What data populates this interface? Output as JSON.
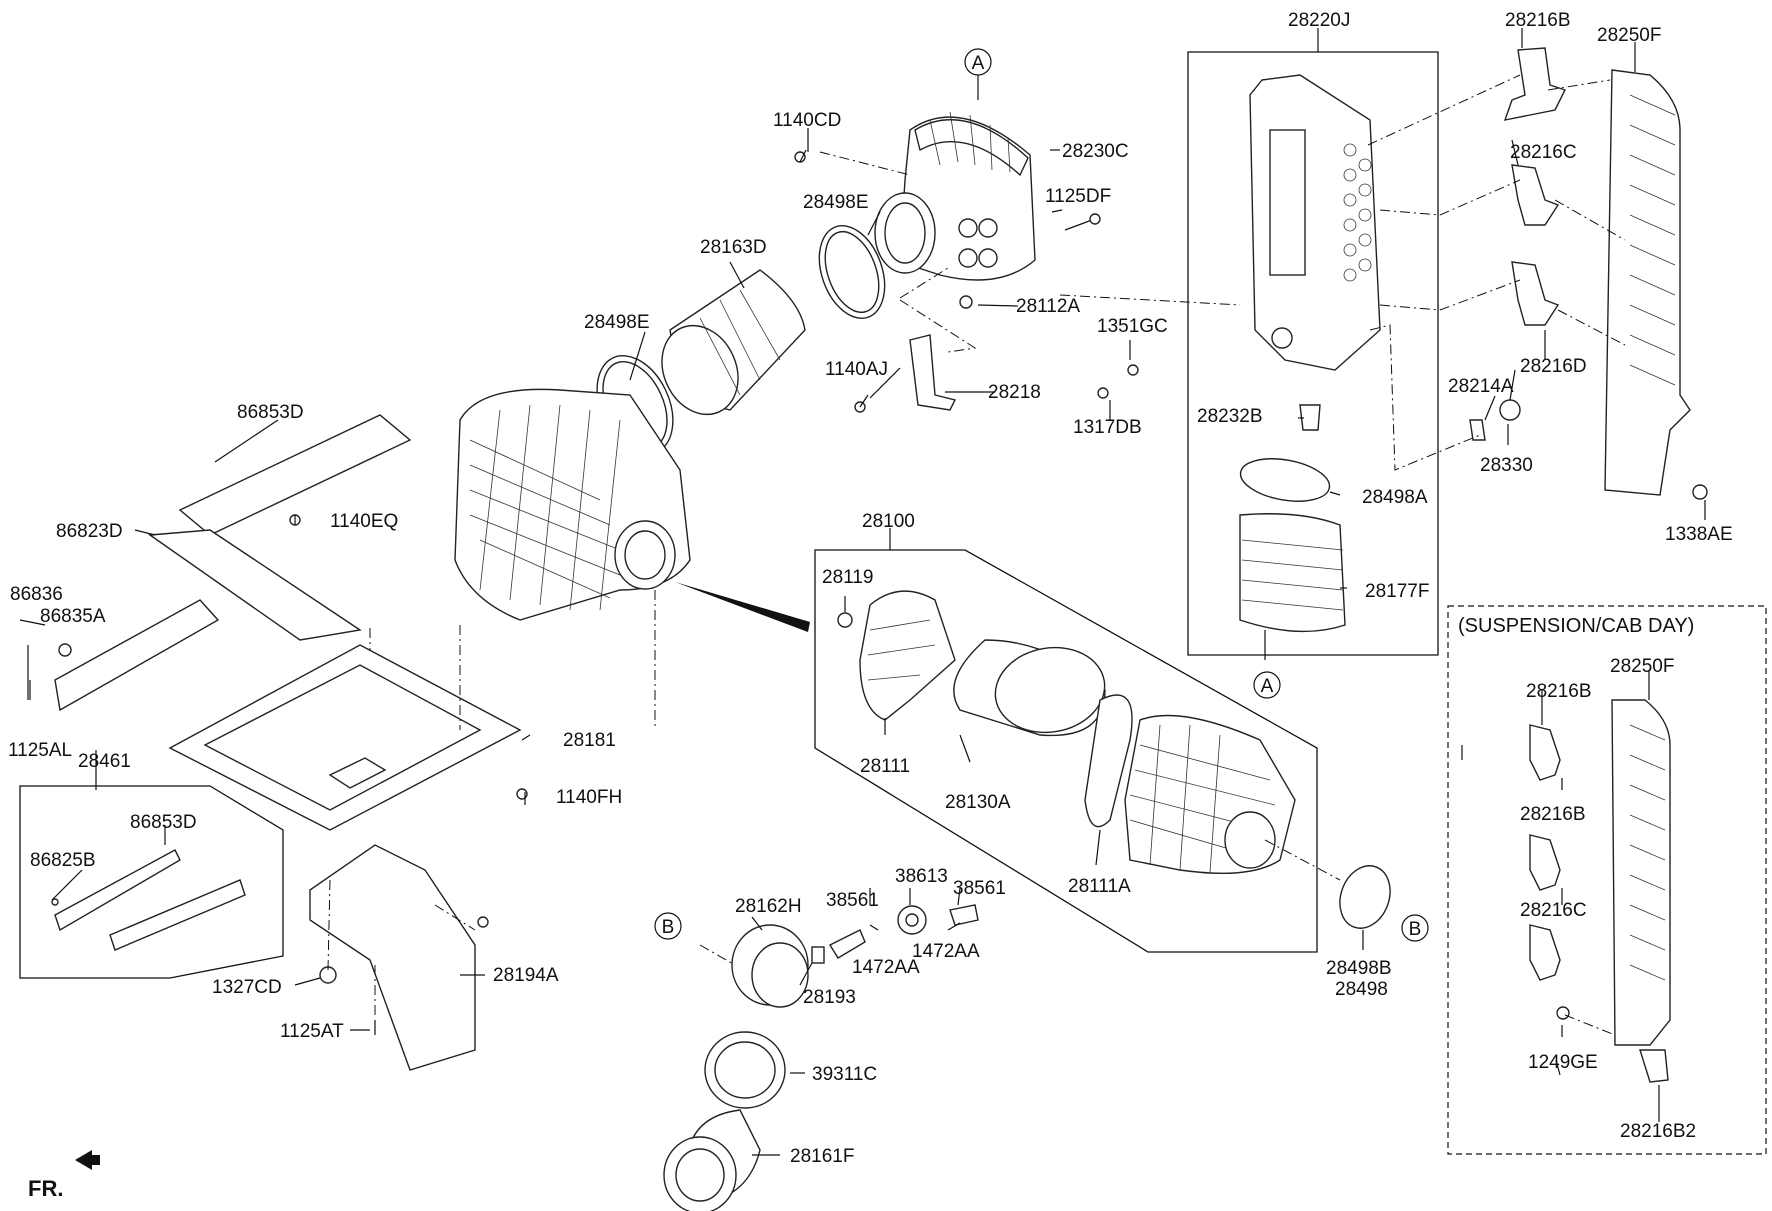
{
  "parts": {
    "p28220J": "28220J",
    "p28216B_top": "28216B",
    "p28250F_top": "28250F",
    "p1140CD": "1140CD",
    "p28230C": "28230C",
    "p1125DF": "1125DF",
    "p28498E_a": "28498E",
    "p28163D": "28163D",
    "p28216C_top": "28216C",
    "p28112A": "28112A",
    "p28498E_b": "28498E",
    "p1351GC": "1351GC",
    "p1140AJ": "1140AJ",
    "p28218": "28218",
    "p28216D": "28216D",
    "p28214A": "28214A",
    "p1317DB": "1317DB",
    "p28232B": "28232B",
    "p28330": "28330",
    "p86853D_top": "86853D",
    "p28498A": "28498A",
    "p1140EQ": "1140EQ",
    "p1338AE": "1338AE",
    "p86823D": "86823D",
    "p28100": "28100",
    "p28119": "28119",
    "p28177F": "28177F",
    "p86836": "86836",
    "p86835A": "86835A",
    "p1125AL": "1125AL",
    "p28461": "28461",
    "p28181": "28181",
    "p28111": "28111",
    "p28130A": "28130A",
    "p1140FH": "1140FH",
    "p86853D_box": "86853D",
    "p86825B": "86825B",
    "p28111A": "28111A",
    "p38613": "38613",
    "p38561_a": "38561",
    "p38561_b": "38561",
    "p28162H": "28162H",
    "p1472AA_a": "1472AA",
    "p1472AA_b": "1472AA",
    "p28194A": "28194A",
    "p28498B": "28498B",
    "p28498": "28498",
    "p28193": "28193",
    "p1327CD": "1327CD",
    "p1125AT": "1125AT",
    "p39311C": "39311C",
    "p28161F": "28161F",
    "p28250F_sub": "28250F",
    "p28216B_sub1": "28216B",
    "p28216B_sub2": "28216B",
    "p28216C_sub": "28216C",
    "p1249GE": "1249GE",
    "p28216B2": "28216B2"
  },
  "markers": {
    "a_top": "A",
    "a_bottom": "A",
    "b_left": "B",
    "b_right": "B"
  },
  "suspension_title": "(SUSPENSION/CAB DAY)",
  "front_label": "FR."
}
